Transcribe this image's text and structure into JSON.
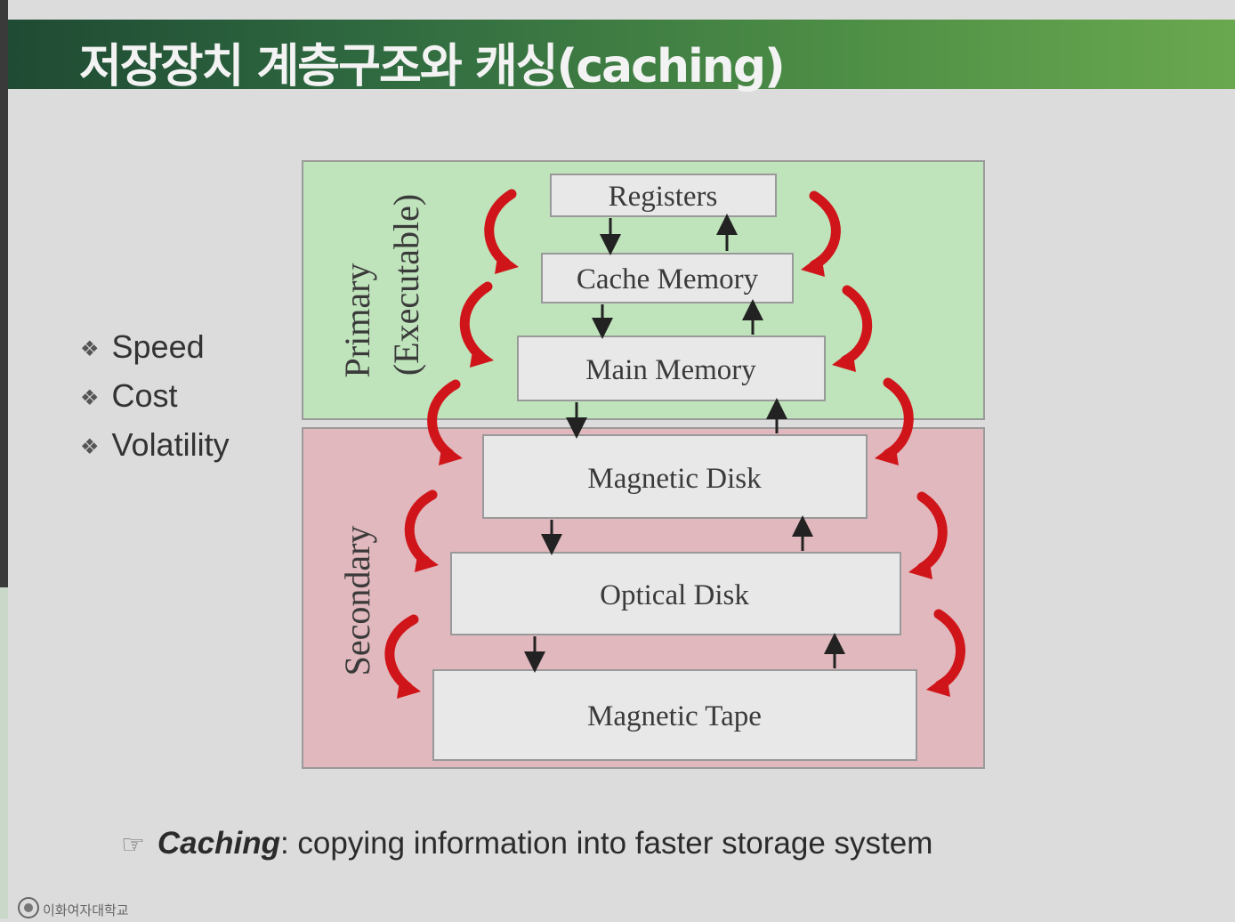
{
  "title": "저장장치 계층구조와 캐싱(caching)",
  "bullets": [
    {
      "label": "Speed"
    },
    {
      "label": "Cost"
    },
    {
      "label": "Volatility"
    }
  ],
  "bullet_icon": "diamond-bullet-icon",
  "regions": {
    "primary": {
      "label_line1": "Primary",
      "label_line2": "(Executable)",
      "color": "#bfe3bb"
    },
    "secondary": {
      "label": "Secondary",
      "color": "#e0b8bd"
    }
  },
  "levels": [
    "Registers",
    "Cache Memory",
    "Main Memory",
    "Magnetic Disk",
    "Optical Disk",
    "Magnetic Tape"
  ],
  "arrow_color": "#d0151a",
  "caption": {
    "icon": "hand-pointer-icon",
    "term": "Caching",
    "text": ": copying information into faster storage system"
  },
  "logo": {
    "text": "이화여자대학교"
  }
}
